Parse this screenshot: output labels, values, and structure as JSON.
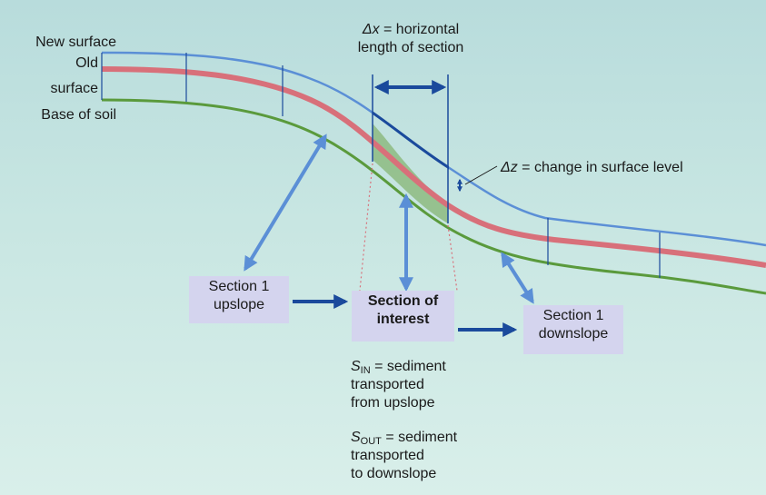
{
  "labels": {
    "new_surface": "New surface",
    "old_surface_line1": "Old",
    "old_surface_line2": "surface",
    "base_of_soil": "Base of soil",
    "dx_symbol": "Δx",
    "dx_rest_line1": " = horizontal",
    "dx_line2": "length of section",
    "dz_symbol": "Δz",
    "dz_rest": " = change in surface level"
  },
  "boxes": {
    "upslope_line1": "Section 1",
    "upslope_line2": "upslope",
    "interest_line1": "Section of",
    "interest_line2": "interest",
    "downslope_line1": "Section 1",
    "downslope_line2": "downslope"
  },
  "sediment": {
    "in_symbol": "S",
    "in_sub": "IN",
    "in_text_line1": " = sediment",
    "in_text_line2": "transported",
    "in_text_line3": "from upslope",
    "out_symbol": "S",
    "out_sub": "OUT",
    "out_text_line1": " = sediment",
    "out_text_line2": "transported",
    "out_text_line3": "to downslope"
  },
  "colors": {
    "new_surface": "#5b8fd6",
    "new_surface_dark": "#1a4a9c",
    "old_surface": "#d8707a",
    "base_of_soil": "#5a9a3c",
    "arrow_light": "#5b8fd6",
    "arrow_dark": "#1a4a9c",
    "section_fill": "#8ab87a",
    "box_fill": "#d4d4ee"
  }
}
